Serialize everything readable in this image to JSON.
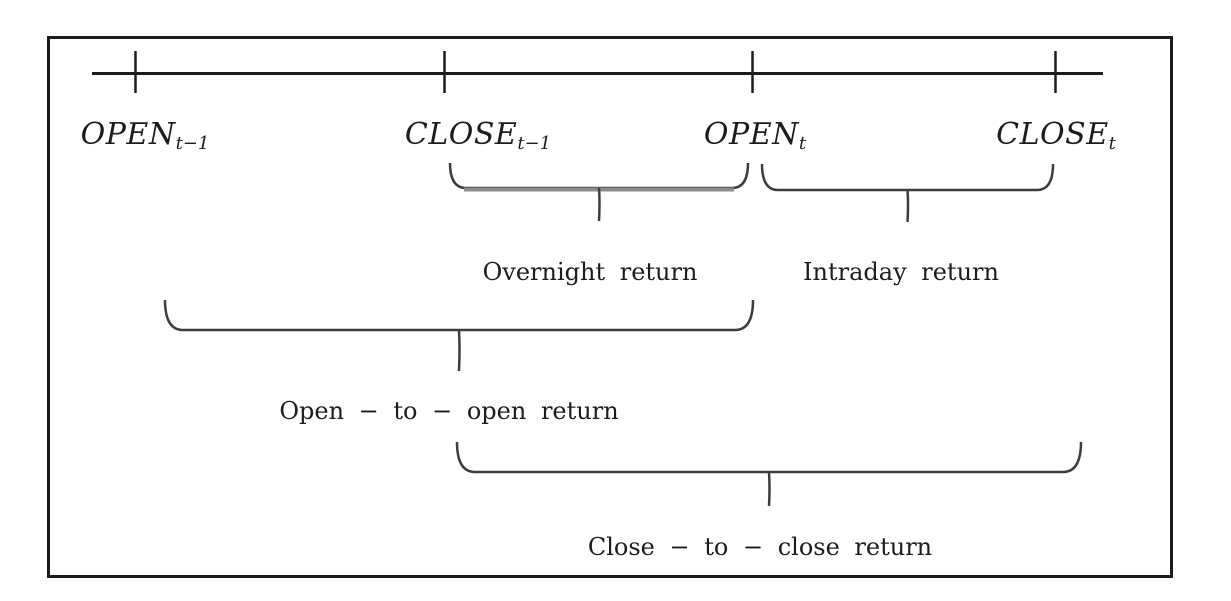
{
  "colors": {
    "ink": "#1c1c1c",
    "brace": "#3d3d3d",
    "overnight_bar_gray": "#8c8c8c",
    "background": "#ffffff"
  },
  "timeline": {
    "points": [
      {
        "symbol": "OPEN",
        "subscript": "t−1"
      },
      {
        "symbol": "CLOSE",
        "subscript": "t−1"
      },
      {
        "symbol": "OPEN",
        "subscript": "t"
      },
      {
        "symbol": "CLOSE",
        "subscript": "t"
      }
    ]
  },
  "braces": [
    {
      "label": "Overnight return",
      "from": "CLOSE t−1",
      "to": "OPEN t"
    },
    {
      "label": "Intraday return",
      "from": "OPEN t",
      "to": "CLOSE t"
    },
    {
      "label": "Open − to − open return",
      "from": "OPEN t−1",
      "to": "OPEN t"
    },
    {
      "label": "Close − to − close return",
      "from": "CLOSE t−1",
      "to": "CLOSE t"
    }
  ]
}
